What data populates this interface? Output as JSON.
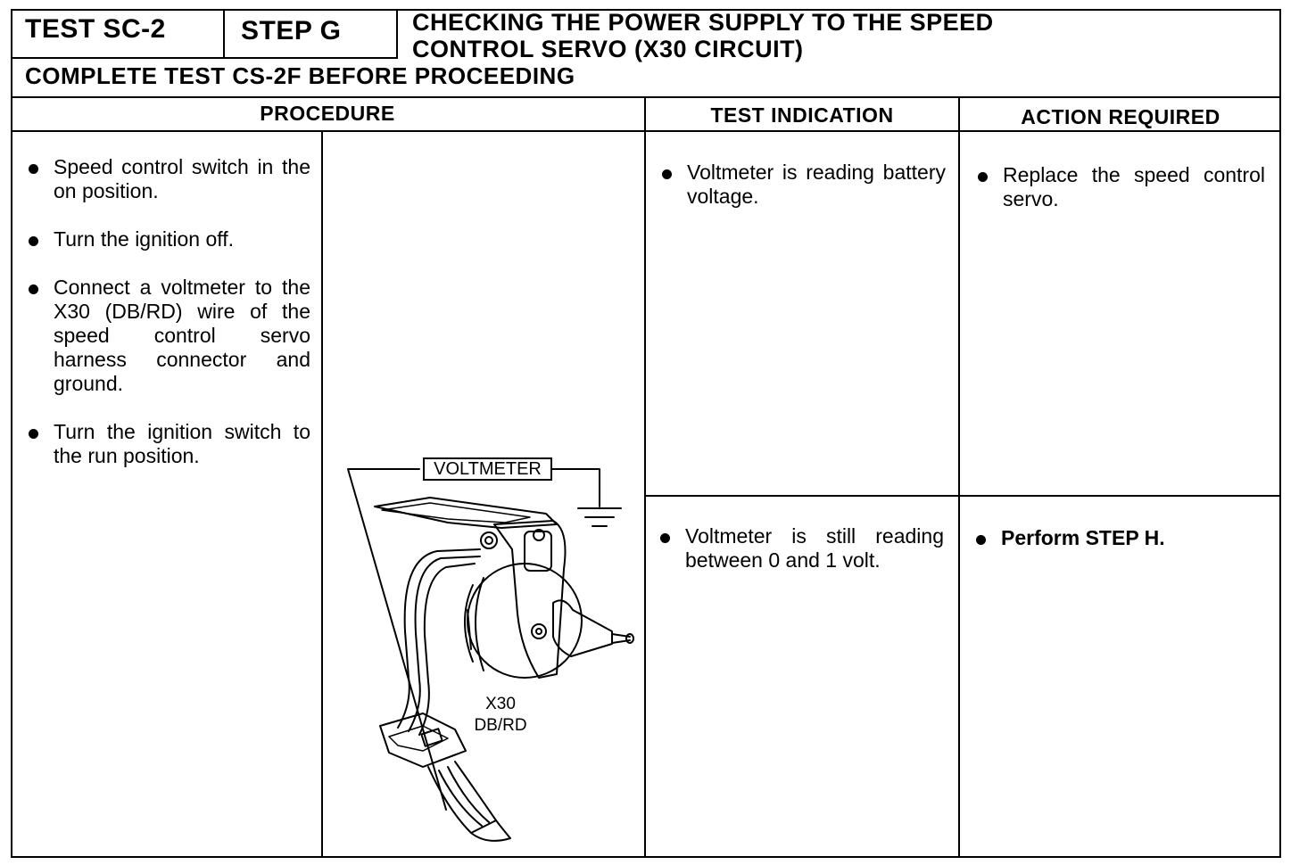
{
  "header": {
    "test_id": "TEST SC-2",
    "step": "STEP G",
    "title_line1": "CHECKING THE POWER SUPPLY TO THE SPEED",
    "title_line2": "CONTROL SERVO (X30 CIRCUIT)",
    "prerequisite": "COMPLETE TEST CS-2F BEFORE PROCEEDING"
  },
  "columns": {
    "procedure": "PROCEDURE",
    "test_indication": "TEST INDICATION",
    "action_required": "ACTION REQUIRED"
  },
  "procedure_steps": [
    "Speed control switch in the on position.",
    "Turn the ignition off.",
    "Connect a voltmeter to the X30 (DB/RD) wire of the speed control servo harness connector and ground.",
    "Turn the ignition switch to the run position."
  ],
  "illustration": {
    "meter_label": "VOLTMETER",
    "wire_label_1": "X30",
    "wire_label_2": "DB/RD"
  },
  "results": [
    {
      "indication": "Voltmeter is reading battery voltage.",
      "action": "Replace the speed control servo."
    },
    {
      "indication": "Voltmeter is still reading between 0 and 1 volt.",
      "action": "Perform STEP H."
    }
  ]
}
